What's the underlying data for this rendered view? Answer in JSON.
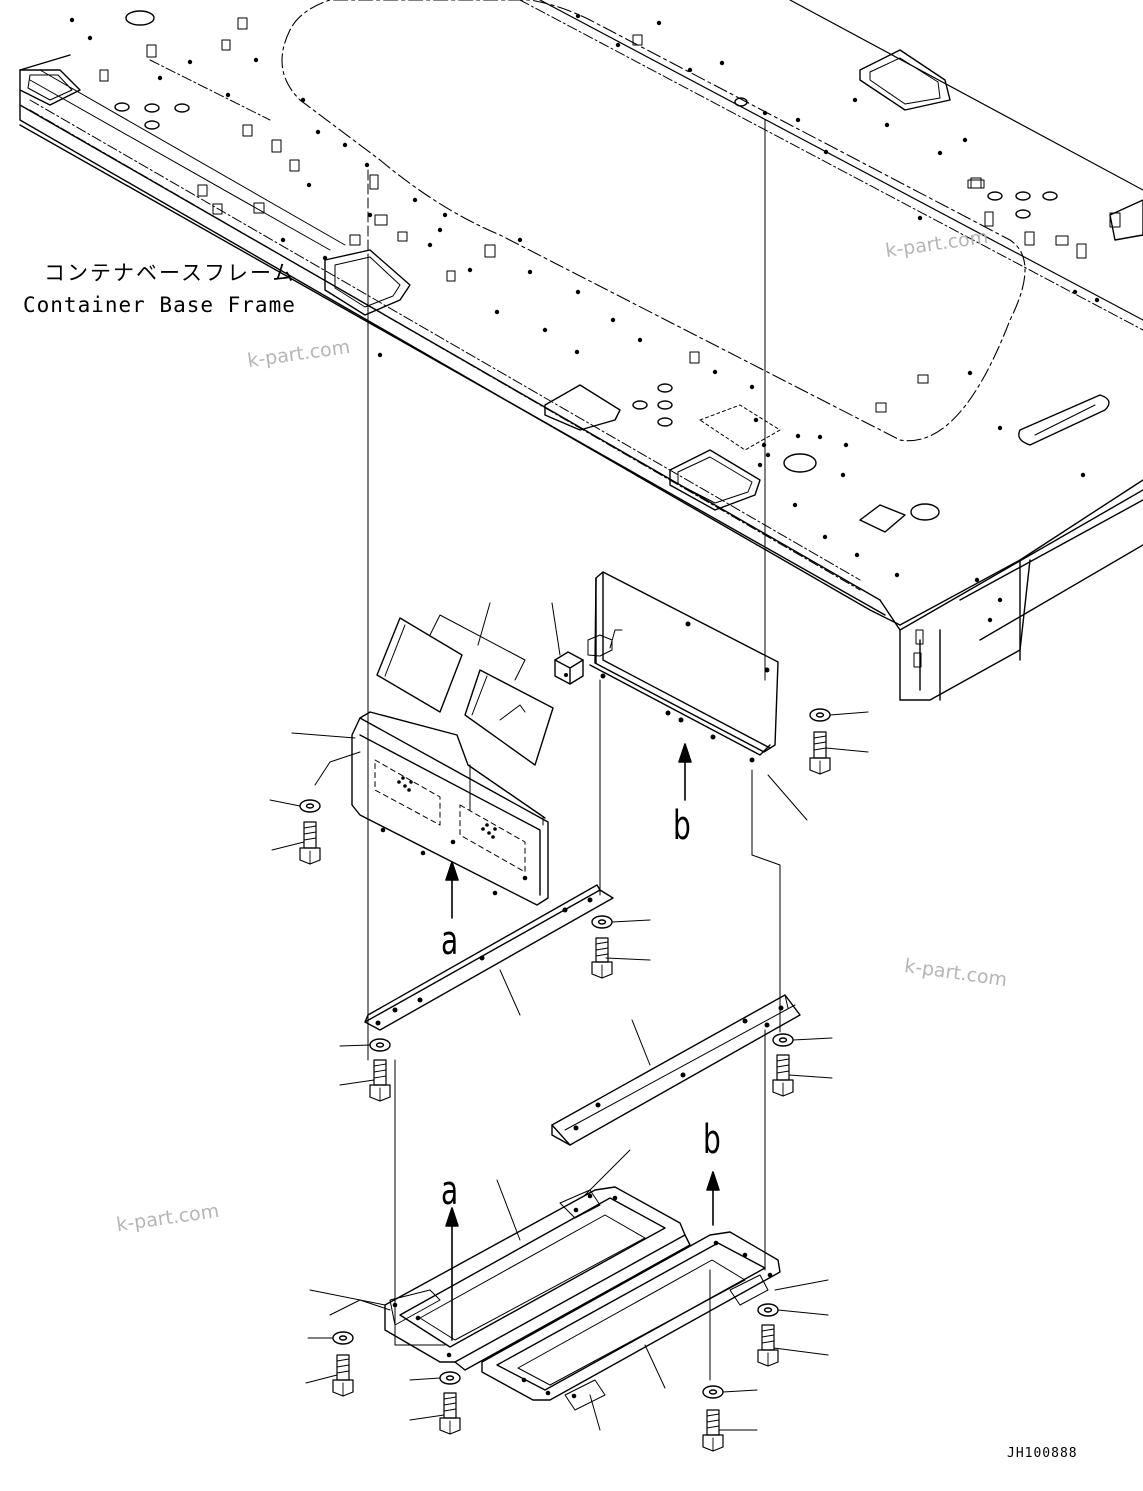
{
  "frame_label": {
    "japanese": "コンテナベースフレーム",
    "english": "Container Base Frame"
  },
  "watermark": "k-part.com",
  "reference_letters": {
    "a": "a",
    "b": "b"
  },
  "drawing_code": "JH100888"
}
